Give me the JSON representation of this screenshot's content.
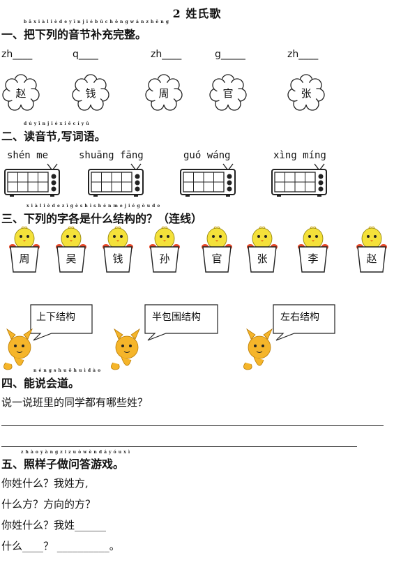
{
  "title": "2 姓氏歌",
  "sections": [
    {
      "ruby": "b ǎ x i à l i è d e y ī n j i é b ǔ c h ō n g w á n z h ě n g",
      "heading": "一、把下列的音节补充完整。"
    },
    {
      "ruby": "d ú y ī n j i é   x i ě c í y ǔ",
      "heading": "二、读音节,写词语。"
    },
    {
      "ruby": "x i à l i è d e z ì g è s h ì s h é n m e j i é g ò u d e",
      "heading": "三、下列的字各是什么结构的？（连线）"
    },
    {
      "ruby": "n é n g s h u ō h u ì d à o",
      "heading": "四、能说会道。"
    },
    {
      "ruby": "z h à o y à n g z i z u ò w è n d á y ó u x ì",
      "heading": "五、照样子做问答游戏。"
    }
  ],
  "section1": {
    "syllables": [
      "zh____",
      "q____",
      "zh____",
      "g_____",
      "zh____"
    ],
    "flowers": [
      "赵",
      "钱",
      "周",
      "官",
      "张"
    ]
  },
  "section2": {
    "pinyin": [
      "shén me",
      "shuāng fāng",
      "guó wáng",
      "xìng míng"
    ]
  },
  "section3": {
    "chars": [
      "周",
      "吴",
      "钱",
      "孙",
      "官",
      "张",
      "李",
      "赵"
    ],
    "bubbles": [
      "上下结构",
      "半包围结构",
      "左右结构"
    ]
  },
  "section4": {
    "prompt": "说一说班里的同学都有哪些姓？"
  },
  "section5": {
    "lines": [
      "你姓什么？我姓方,",
      "什么方？方向的方？",
      "你姓什么？我姓______",
      "什么____？ __________。"
    ]
  }
}
